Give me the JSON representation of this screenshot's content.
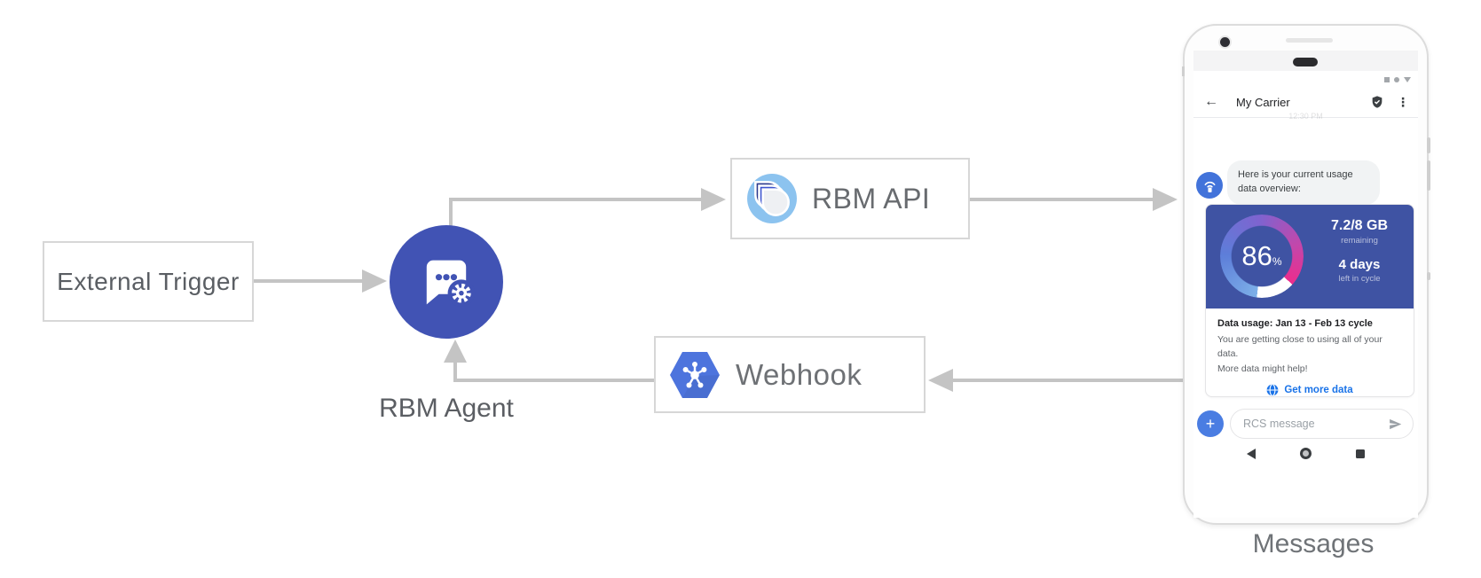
{
  "diagram": {
    "external_trigger_label": "External Trigger",
    "rbm_agent_label": "RBM Agent",
    "rbm_api_label": "RBM API",
    "webhook_label": "Webhook",
    "messages_label": "Messages",
    "colors": {
      "agent_circle": "#4153b4",
      "arrow_gray": "#c4c4c4",
      "api_logo_light_blue": "#8cc3ef",
      "api_logo_navy": "#2c3a8e",
      "api_logo_blue": "#3e55cf",
      "webhook_hexagon": "#4d74dd"
    }
  },
  "phone": {
    "status_icons": [
      "square",
      "circle",
      "triangle-down"
    ],
    "header": {
      "back_icon": "←",
      "title": "My Carrier",
      "menu_icon": "⋮"
    },
    "timestamp": "12:30 PM",
    "conversation": {
      "bubble_text": "Here is your current usage data overview:"
    },
    "usage_card": {
      "percent": "86",
      "percent_symbol": "%",
      "remaining_value": "7.2/8 GB",
      "remaining_label": "remaining",
      "cycle_value": "4 days",
      "cycle_label": "left in cycle",
      "title": "Data usage: Jan 13 - Feb 13 cycle",
      "body_line1": "You are getting close to using all of your data.",
      "body_line2": "More data might help!",
      "action_label": "Get more data",
      "colors": {
        "card_blue": "#3f53a3",
        "gauge_start": "#7db0e8",
        "gauge_end": "#ec2d8d",
        "action_blue": "#1a73e8"
      }
    },
    "compose": {
      "plus_icon": "+",
      "placeholder": "RCS message"
    }
  }
}
